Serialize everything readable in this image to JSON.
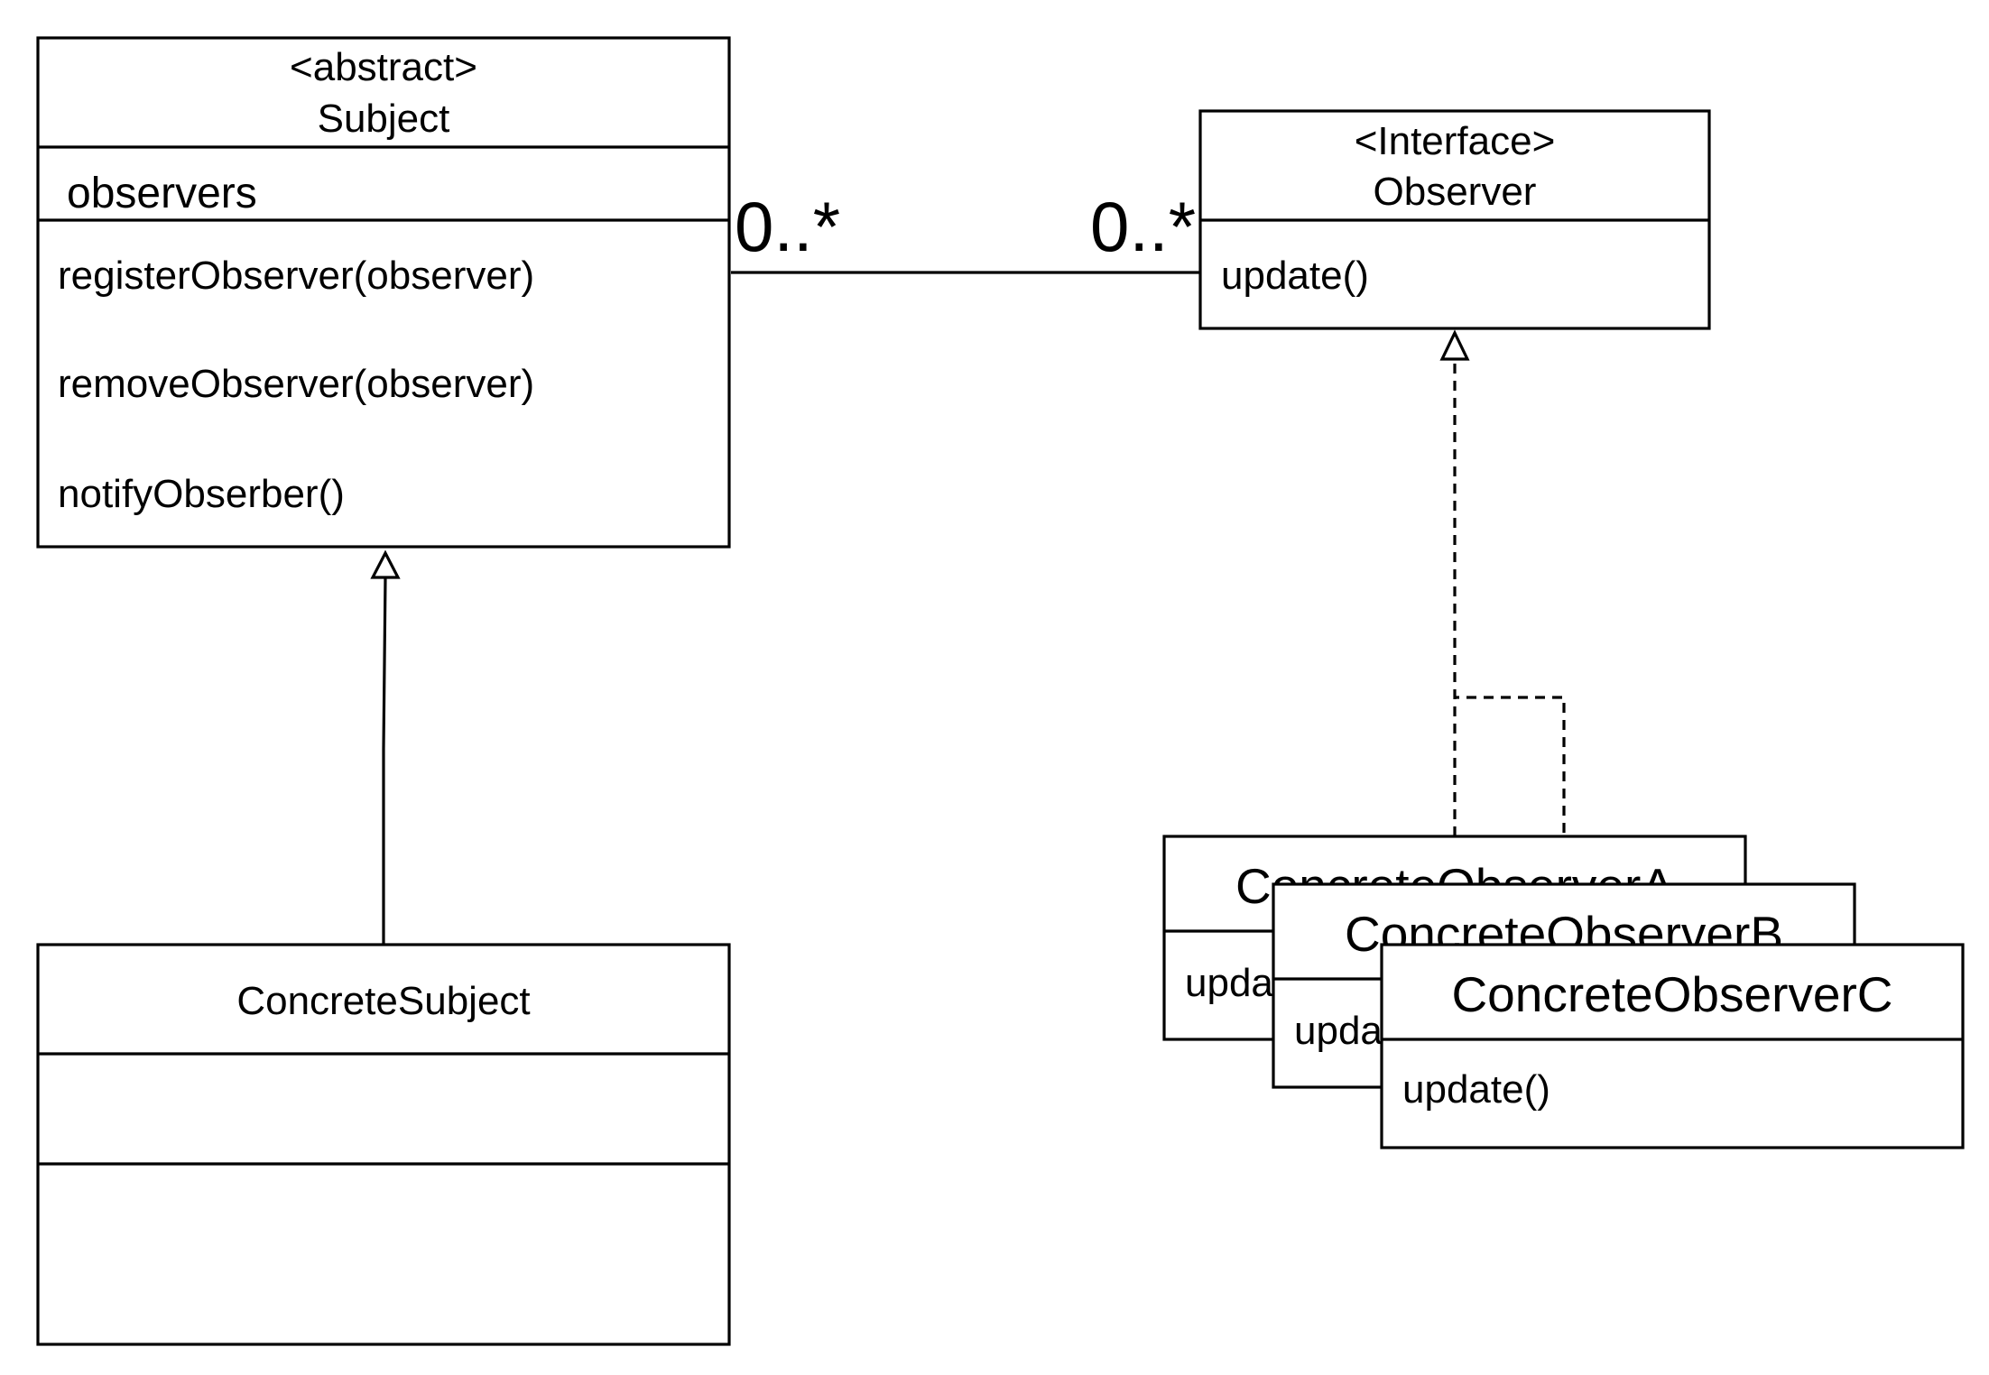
{
  "subject": {
    "stereotype": "<abstract>",
    "name": "Subject",
    "attributes": [
      "observers"
    ],
    "methods": [
      "registerObserver(observer)",
      "removeObserver(observer)",
      "notifyObserber()"
    ]
  },
  "observer": {
    "stereotype": "<Interface>",
    "name": "Observer",
    "methods": [
      "update()"
    ]
  },
  "concrete_subject": {
    "name": "ConcreteSubject"
  },
  "concrete_observers": [
    {
      "name": "ConcreteObserverA",
      "method": "update()"
    },
    {
      "name": "ConcreteObserverB",
      "method": "update()"
    },
    {
      "name": "ConcreteObserverC",
      "method": "update()"
    }
  ],
  "association": {
    "subject_multiplicity": "0..*",
    "observer_multiplicity": "0..*"
  }
}
